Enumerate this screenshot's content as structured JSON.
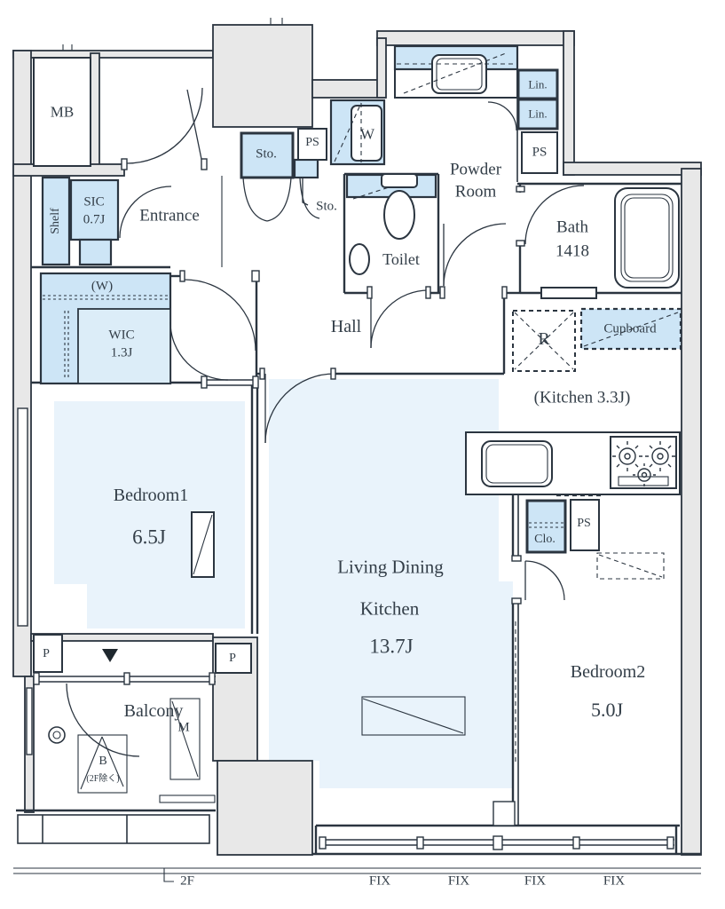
{
  "title": "apartment-floor-plan",
  "colors": {
    "line": "#2b3540",
    "wall_gray": "#e8e8e8",
    "closet_blue": "#cde5f6",
    "room_tint": "#e9f3fb",
    "text": "#333e48"
  },
  "labels": {
    "mb": "MB",
    "entrance": "Entrance",
    "shelf": "Shelf",
    "sic_name": "SIC",
    "sic_size": "0.7J",
    "w_mark": "(W)",
    "wic_name": "WIC",
    "wic_size": "1.3J",
    "bedroom1_name": "Bedroom1",
    "bedroom1_size": "6.5J",
    "p_left": "P",
    "p_right": "P",
    "balcony": "Balcony",
    "b_hatch": "B",
    "b_hatch_note": "(2F除く)",
    "m_mark": "M",
    "floor_mark": "2F",
    "sto_large": "Sto.",
    "sto_small": "Sto.",
    "ps_entrance": "PS",
    "ps_powder": "PS",
    "ps_bedroom2": "PS",
    "washer": "W",
    "powder_line1": "Powder",
    "powder_line2": "Room",
    "toilet": "Toilet",
    "hall": "Hall",
    "lin_upper": "Lin.",
    "lin_lower": "Lin.",
    "bath_name": "Bath",
    "bath_size": "1418",
    "fridge": "R",
    "cupboard": "Cupboard",
    "kitchen": "(Kitchen 3.3J)",
    "clo": "Clo.",
    "bedroom2_name": "Bedroom2",
    "bedroom2_size": "5.0J",
    "ldk_line1": "Living Dining",
    "ldk_line2": "Kitchen",
    "ldk_size": "13.7J",
    "fix_labels": [
      "FIX",
      "FIX",
      "FIX",
      "FIX"
    ]
  }
}
